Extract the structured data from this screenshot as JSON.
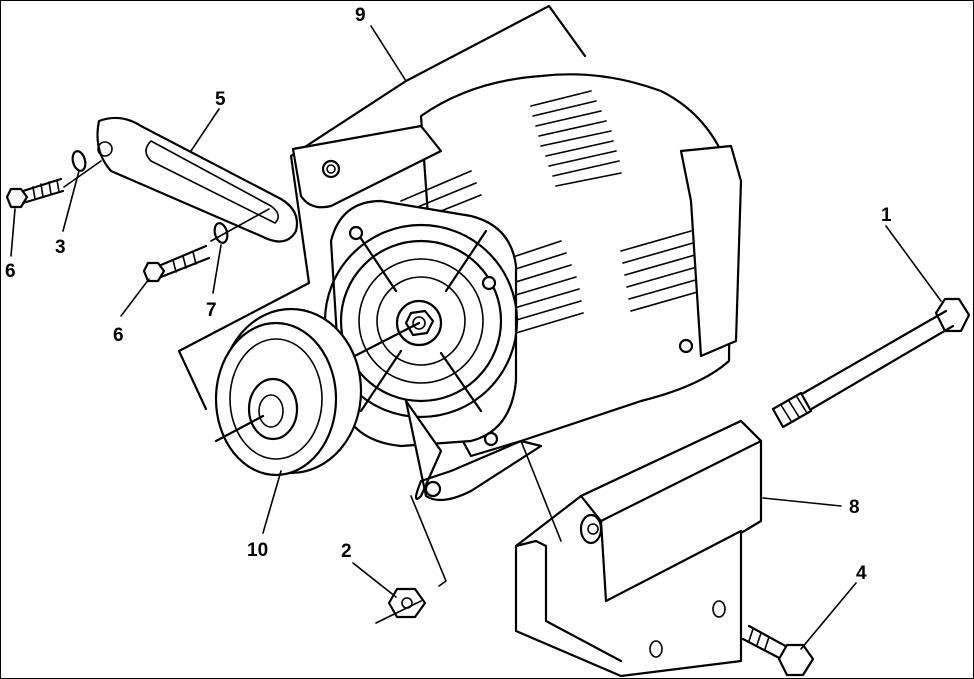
{
  "diagram": {
    "title": "Alternator mounting – exploded view",
    "colors": {
      "line": "#000000",
      "background": "#ffffff"
    },
    "callouts": {
      "c1": "1",
      "c2": "2",
      "c3": "3",
      "c4": "4",
      "c5": "5",
      "c6a": "6",
      "c6b": "6",
      "c7": "7",
      "c8": "8",
      "c9": "9",
      "c10": "10"
    }
  }
}
